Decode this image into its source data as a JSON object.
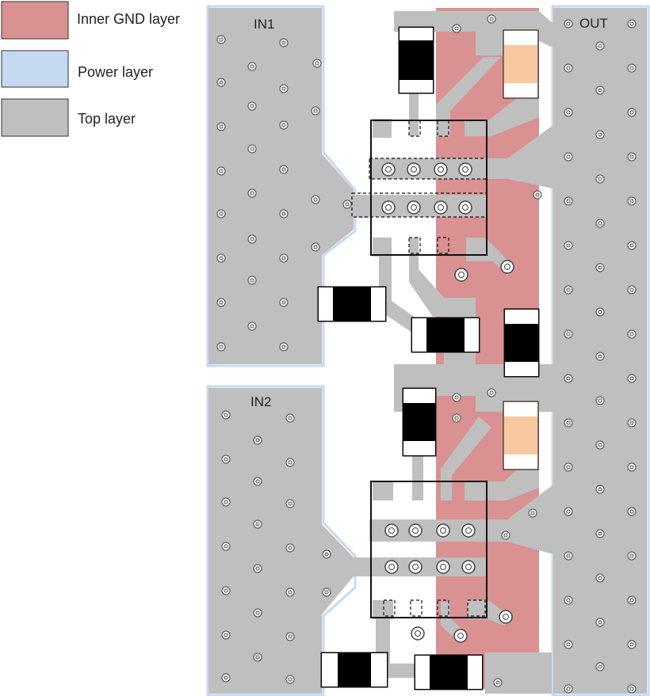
{
  "legend": [
    {
      "label": "Inner GND layer",
      "color": "#d99191"
    },
    {
      "label": "Power layer",
      "color": "#c5d9f1"
    },
    {
      "label": "Top layer",
      "color": "#bfbfbf"
    }
  ],
  "pour_labels": {
    "in1": "IN1",
    "in2": "IN2",
    "out": "OUT"
  },
  "colors": {
    "gnd": "#d99191",
    "power_outline": "#c5d9f1",
    "top": "#bfbfbf",
    "component_body": "#000000",
    "component_pad": "#ffffff",
    "capacitor_body": "#f8c9a0",
    "via_ring": "#444444"
  }
}
